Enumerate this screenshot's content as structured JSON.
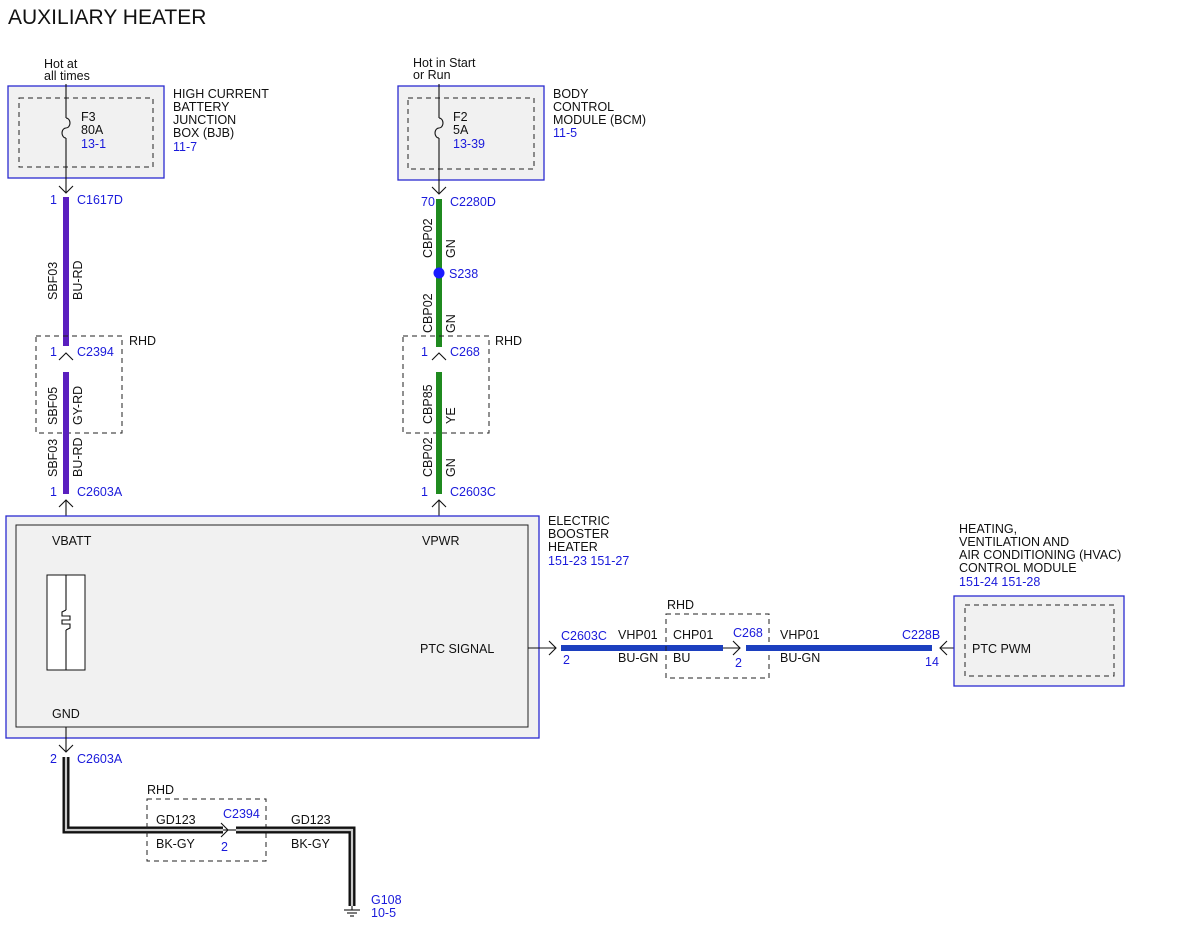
{
  "title": "AUXILIARY HEATER",
  "colors": {
    "module_border": "#2b2bd0",
    "reference_text": "#1a1adb",
    "wire_bu_rd": "#5a1fbf",
    "wire_gn": "#1f8a1f",
    "wire_bu_gn": "#1c3fbf",
    "wire_bk_gy": "#111111"
  },
  "sources": {
    "left": {
      "line1": "Hot at",
      "line2": "all times"
    },
    "right": {
      "line1": "Hot in Start",
      "line2": "or Run"
    }
  },
  "bjb": {
    "name": [
      "HIGH CURRENT",
      "BATTERY",
      "JUNCTION",
      "BOX (BJB)"
    ],
    "ref": "11-7",
    "fuse": {
      "id": "F3",
      "rating": "80A",
      "ref": "13-1"
    }
  },
  "bcm": {
    "name": [
      "BODY",
      "CONTROL",
      "MODULE (BCM)"
    ],
    "ref": "11-5",
    "fuse": {
      "id": "F2",
      "rating": "5A",
      "ref": "13-39"
    }
  },
  "connectors": {
    "c1617d": {
      "pin": "1",
      "id": "C1617D"
    },
    "c2280d": {
      "pin": "70",
      "id": "C2280D"
    },
    "splice": {
      "id": "S238"
    },
    "c2394_top": {
      "pin": "1",
      "id": "C2394"
    },
    "c268_top": {
      "pin": "1",
      "id": "C268"
    },
    "c2603a_top": {
      "pin": "1",
      "id": "C2603A"
    },
    "c2603c_top": {
      "pin": "1",
      "id": "C2603C"
    },
    "c2603c_right": {
      "pin": "2",
      "id": "C2603C"
    },
    "c268_right": {
      "pin": "2",
      "id": "C268"
    },
    "c228b": {
      "pin": "14",
      "id": "C228B"
    },
    "c2603a_bottom": {
      "pin": "2",
      "id": "C2603A"
    },
    "c2394_bottom": {
      "pin": "2",
      "id": "C2394"
    }
  },
  "rhd_label": "RHD",
  "wires": {
    "left_1": {
      "circuit": "SBF03",
      "color": "BU-RD"
    },
    "left_2": {
      "circuit": "SBF05",
      "color": "GY-RD"
    },
    "left_3": {
      "circuit": "SBF03",
      "color": "BU-RD"
    },
    "mid_1": {
      "circuit": "CBP02",
      "color": "GN"
    },
    "mid_2": {
      "circuit": "CBP02",
      "color": "GN"
    },
    "mid_3": {
      "circuit": "CBP85",
      "color": "YE"
    },
    "mid_4": {
      "circuit": "CBP02",
      "color": "GN"
    },
    "sig_1": {
      "circuit": "VHP01",
      "color": "BU-GN"
    },
    "sig_2": {
      "circuit": "CHP01",
      "color": "BU"
    },
    "sig_3": {
      "circuit": "VHP01",
      "color": "BU-GN"
    },
    "gnd_1": {
      "circuit": "GD123",
      "color": "BK-GY"
    },
    "gnd_2": {
      "circuit": "GD123",
      "color": "BK-GY"
    }
  },
  "heater": {
    "name": [
      "ELECTRIC",
      "BOOSTER",
      "HEATER"
    ],
    "refs": "151-23  151-27",
    "pins": {
      "vbatt": "VBATT",
      "vpwr": "VPWR",
      "ptc": "PTC SIGNAL",
      "gnd": "GND"
    }
  },
  "hvac": {
    "name": [
      "HEATING,",
      "VENTILATION AND",
      "AIR CONDITIONING (HVAC)",
      "CONTROL MODULE"
    ],
    "refs": "151-24  151-28",
    "pin": "PTC PWM"
  },
  "ground": {
    "id": "G108",
    "ref": "10-5"
  }
}
